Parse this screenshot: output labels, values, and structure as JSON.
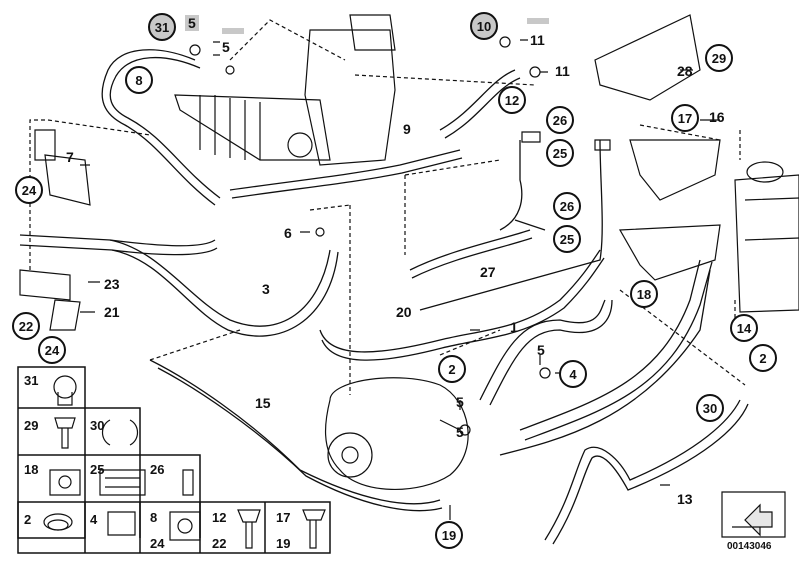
{
  "diagram_id": "00143046",
  "labels": {
    "l1": "1",
    "l3": "3",
    "l5a": "5",
    "l5b": "5",
    "l5c": "5",
    "l5d": "5",
    "l5e": "5",
    "l6": "6",
    "l7": "7",
    "l9": "9",
    "l11a": "11",
    "l11b": "11",
    "l13": "13",
    "l15": "15",
    "l16": "16",
    "l20": "20",
    "l21": "21",
    "l23": "23",
    "l27": "27",
    "l28": "28"
  },
  "callouts": {
    "c31": "31",
    "c10": "10",
    "c8": "8",
    "c12": "12",
    "c24a": "24",
    "c24b": "24",
    "c22": "22",
    "c29": "29",
    "c17": "17",
    "c26a": "26",
    "c25a": "25",
    "c26b": "26",
    "c25b": "25",
    "c18": "18",
    "c14": "14",
    "c2a": "2",
    "c2b": "2",
    "c4": "4",
    "c30": "30",
    "c19": "19"
  },
  "legend": {
    "r1c1": "31",
    "r2c1": "29",
    "r2c2": "30",
    "r3c1": "18",
    "r3c2": "25",
    "r3c3": "26",
    "r4c1": "2",
    "r4c2": "4",
    "r4c3a": "8",
    "r4c3b": "24",
    "r4c4a": "12",
    "r4c4b": "22",
    "r4c5a": "17",
    "r4c5b": "19"
  },
  "colors": {
    "line": "#111111",
    "highlight": "#c8c8c8",
    "background": "#ffffff"
  }
}
